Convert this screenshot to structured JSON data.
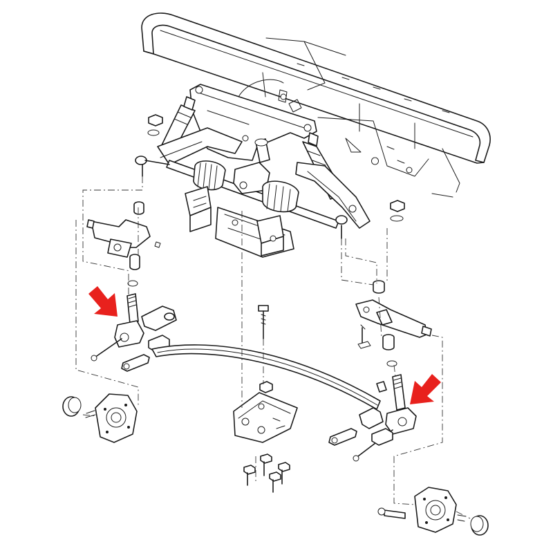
{
  "colors": {
    "line": "#1a1a1a",
    "background": "#ffffff",
    "callout_arrow": "#e8211d"
  },
  "callouts": [
    {
      "name": "left-spindle-callout-arrow",
      "icon": "red-arrow-icon",
      "direction": "down-right"
    },
    {
      "name": "right-spindle-callout-arrow",
      "icon": "red-arrow-icon",
      "direction": "down-left"
    }
  ]
}
